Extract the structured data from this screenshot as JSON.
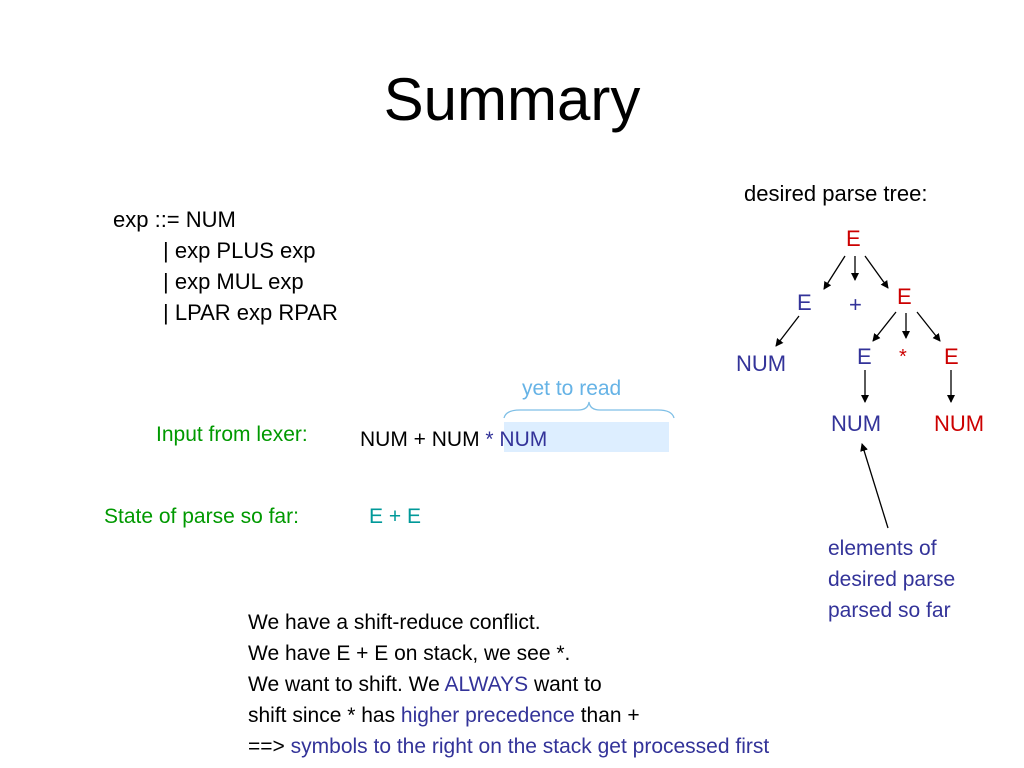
{
  "title": "Summary",
  "grammar": {
    "lines": [
      "exp ::= NUM",
      "| exp PLUS exp",
      "| exp MUL exp",
      "| LPAR exp RPAR"
    ]
  },
  "tree": {
    "caption": "desired parse tree:",
    "root": "E",
    "left_e": "E",
    "plus": "+",
    "right_e": "E",
    "num_left": "NUM",
    "inner_left_e": "E",
    "star": "*",
    "inner_right_e": "E",
    "num_mid": "NUM",
    "num_right": "NUM"
  },
  "annotation": {
    "lines": [
      "elements of",
      "desired parse",
      "parsed so far"
    ]
  },
  "yet_to_read": "yet to read",
  "input": {
    "label": "Input from lexer:",
    "read": "NUM + NUM",
    "unread": " * NUM"
  },
  "state": {
    "label": "State of parse so far:",
    "value": "E + E"
  },
  "explanation": {
    "line1": "We have a shift-reduce conflict.",
    "line2": "We have E + E on stack, we see *.",
    "line3_a": "We want to shift. We ",
    "line3_b": "ALWAYS",
    "line3_c": " want to",
    "line4_a": "shift since * has ",
    "line4_b": "higher precedence",
    "line4_c": " than +",
    "line5_a": "==> ",
    "line5_b": "symbols to the right on the stack get processed first"
  },
  "colors": {
    "red": "#cc0000",
    "blue": "#333399",
    "green": "#009900",
    "teal": "#009999",
    "light_blue": "#66b3e6",
    "highlight": "#ddeeff"
  }
}
